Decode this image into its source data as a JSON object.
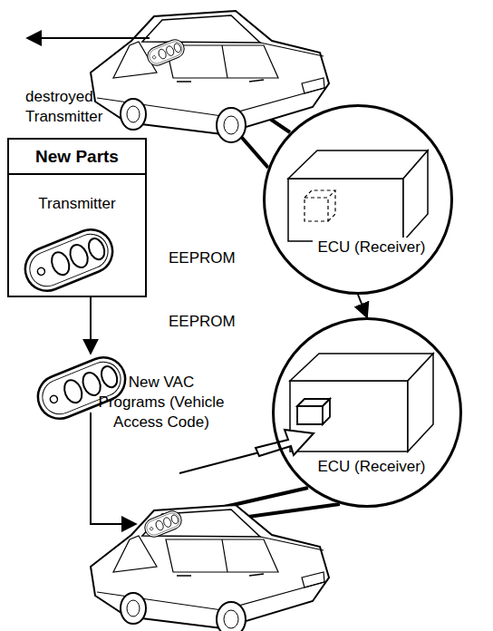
{
  "diagram": {
    "nodes": [
      {
        "text": [
          "New Parts",
          "Transmitter"
        ]
      },
      {
        "text": [
          "ECU (Receiver)"
        ]
      },
      {
        "text": [
          "ECU (Receiver)"
        ]
      }
    ],
    "edges": [
      {
        "from": 1,
        "to": 2,
        "arrow": "to"
      }
    ],
    "labels": [
      "destroyed Transmitter",
      "EEPROM",
      "EEPROM",
      "New VAC Programs (Vehicle Access Code)"
    ]
  }
}
